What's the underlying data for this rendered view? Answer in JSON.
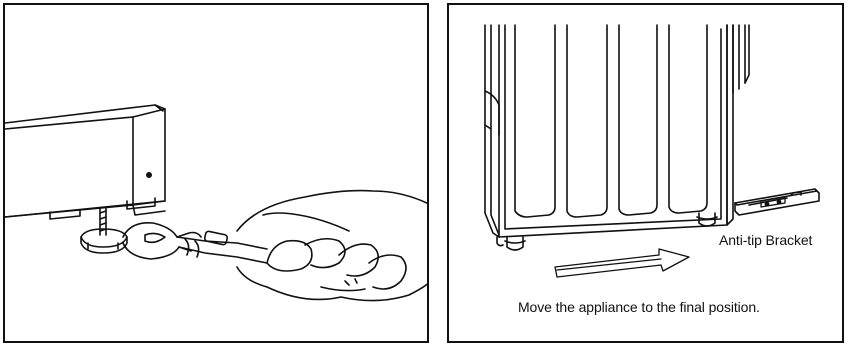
{
  "panels": {
    "left": {
      "illustration": "wrench-adjusting-leveling-leg"
    },
    "right": {
      "illustration": "appliance-moved-to-anti-tip-bracket",
      "bracket_label": "Anti-tip Bracket",
      "caption": "Move the appliance to the final position."
    }
  }
}
